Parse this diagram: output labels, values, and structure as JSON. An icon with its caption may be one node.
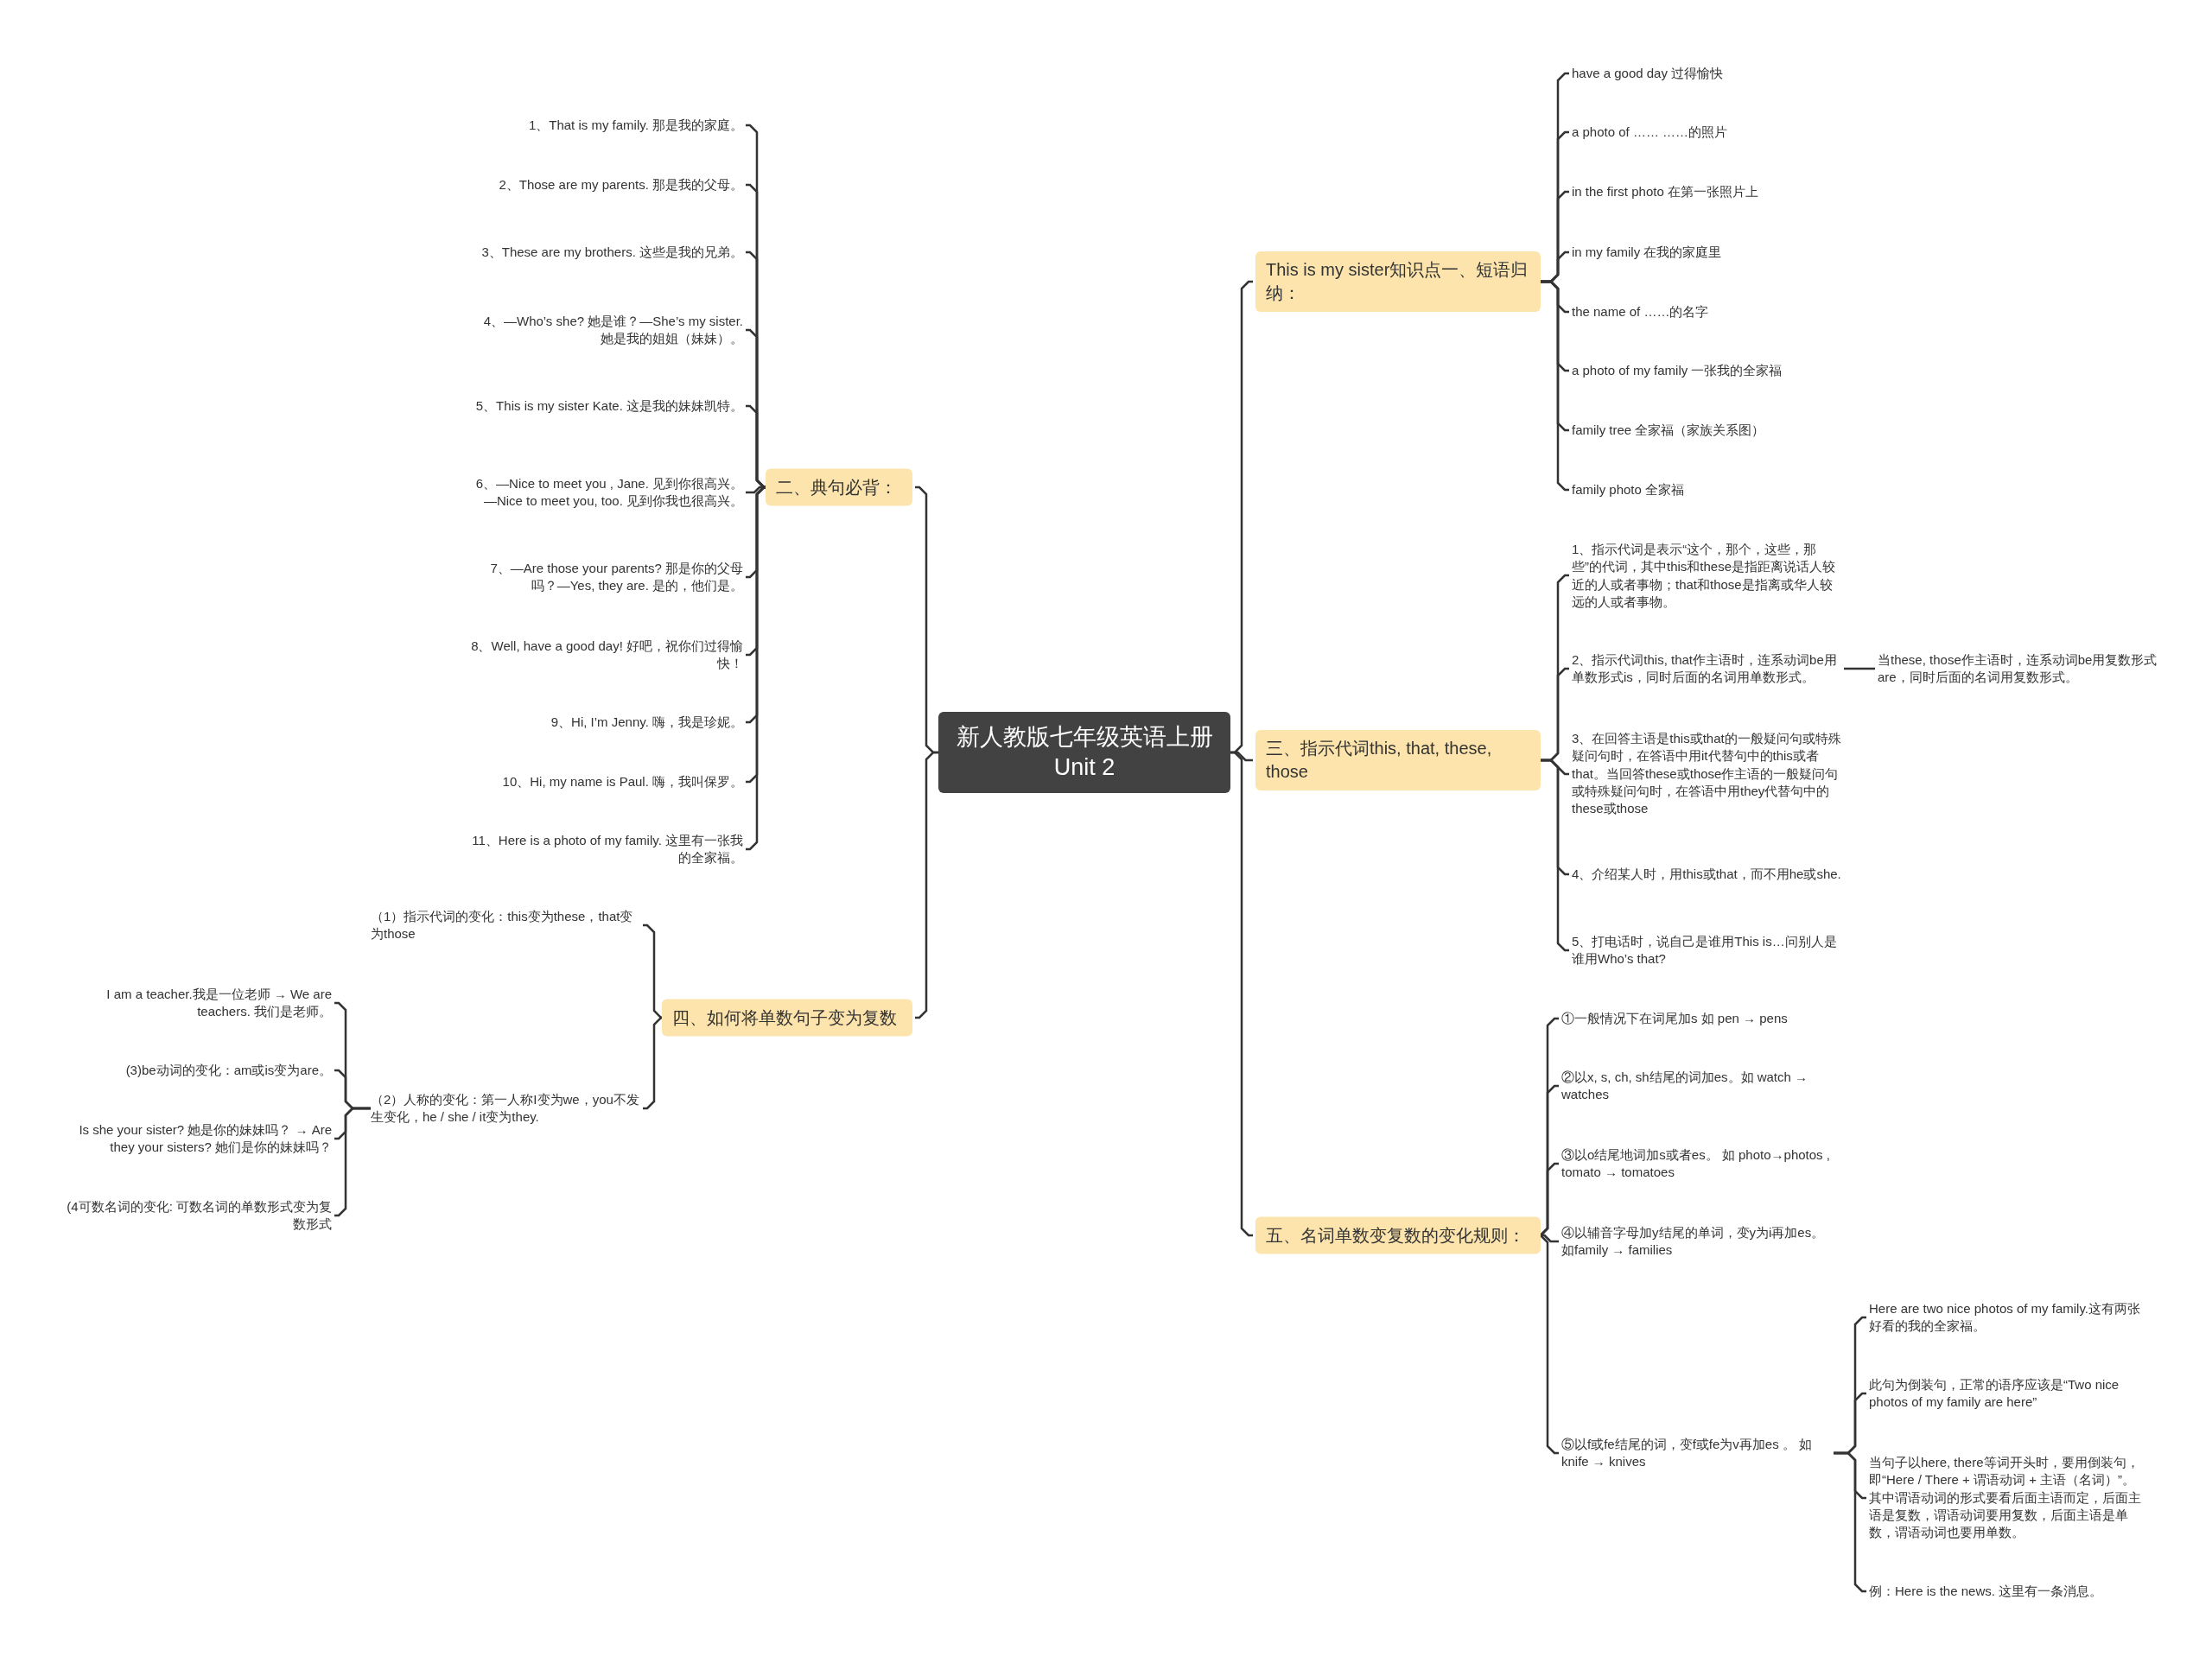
{
  "diagram": {
    "nodes": [
      {
        "text": [
          "新人教版七年级英语上册 Unit 2"
        ]
      },
      {
        "text": [
          "This is my sister知识点一、短语归纳："
        ]
      },
      {
        "text": [
          "have a good day 过得愉快"
        ]
      },
      {
        "text": [
          "a photo of …… ……的照片"
        ]
      },
      {
        "text": [
          "in the first photo 在第一张照片上"
        ]
      },
      {
        "text": [
          "in my family 在我的家庭里"
        ]
      },
      {
        "text": [
          "the name of ……的名字"
        ]
      },
      {
        "text": [
          "a photo of my family 一张我的全家福"
        ]
      },
      {
        "text": [
          "family tree 全家福（家族关系图）"
        ]
      },
      {
        "text": [
          "family photo 全家福"
        ]
      },
      {
        "text": [
          "三、指示代词this, that, these, those"
        ]
      },
      {
        "text": [
          "1、指示代词是表示“这个，那个，这些，那些”的代词，其中this和these是指距离说话人较近的人或者事物；that和those是指离或华人较远的人或者事物。"
        ]
      },
      {
        "text": [
          "2、指示代词this, that作主语时，连系动词be用单数形式is，同时后面的名词用单数形式。"
        ]
      },
      {
        "text": [
          "3、在回答主语是this或that的一般疑问句或特殊疑问句时，在答语中用it代替句中的this或者that。当回答these或those作主语的一般疑问句或特殊疑问句时，在答语中用they代替句中的these或those"
        ]
      },
      {
        "text": [
          "4、介绍某人时，用this或that，而不用he或she."
        ]
      },
      {
        "text": [
          "5、打电话时，说自己是谁用This is…问别人是谁用Who’s that?"
        ]
      },
      {
        "text": [
          "当these, those作主语时，连系动词be用复数形式are，同时后面的名词用复数形式。"
        ]
      },
      {
        "text": [
          "五、名词单数变复数的变化规则："
        ]
      },
      {
        "text": [
          "①一般情况下在词尾加s 如 pen → pens"
        ]
      },
      {
        "text": [
          "②以x, s, ch, sh结尾的词加es。如 watch → watches"
        ]
      },
      {
        "text": [
          "③以o结尾地词加s或者es。 如 photo→photos , tomato → tomatoes"
        ]
      },
      {
        "text": [
          "④以辅音字母加y结尾的单词，变y为i再加es。如family → families"
        ]
      },
      {
        "text": [
          "⑤以f或fe结尾的词，变f或fe为v再加es 。 如 knife → knives"
        ]
      },
      {
        "text": [
          "Here are two nice photos of my family.这有两张好看的我的全家福。"
        ]
      },
      {
        "text": [
          "此句为倒装句，正常的语序应该是“Two nice photos of my family are here”"
        ]
      },
      {
        "text": [
          "当句子以here, there等词开头时，要用倒装句，即“Here / There + 谓语动词 + 主语（名词）”。其中谓语动词的形式要看后面主语而定，后面主语是复数，谓语动词要用复数，后面主语是单数，谓语动词也要用单数。"
        ]
      },
      {
        "text": [
          "例：Here is the news. 这里有一条消息。"
        ]
      },
      {
        "text": [
          "二、典句必背："
        ]
      },
      {
        "text": [
          "1、That is my family. 那是我的家庭。"
        ]
      },
      {
        "text": [
          "2、Those are my parents. 那是我的父母。"
        ]
      },
      {
        "text": [
          "3、These are my brothers. 这些是我的兄弟。"
        ]
      },
      {
        "text": [
          "4、—Who’s she? 她是谁？—She’s my sister. 她是我的姐姐（妹妹）。"
        ]
      },
      {
        "text": [
          "5、This is my sister Kate. 这是我的妹妹凯特。"
        ]
      },
      {
        "text": [
          "6、—Nice to meet you , Jane. 见到你很高兴。—Nice to meet you, too. 见到你我也很高兴。"
        ]
      },
      {
        "text": [
          "7、—Are those your parents? 那是你的父母吗？—Yes, they are. 是的，他们是。"
        ]
      },
      {
        "text": [
          "8、Well, have a good day! 好吧，祝你们过得愉快！"
        ]
      },
      {
        "text": [
          "9、Hi, I’m Jenny. 嗨，我是珍妮。"
        ]
      },
      {
        "text": [
          "10、Hi, my name is Paul. 嗨，我叫保罗。"
        ]
      },
      {
        "text": [
          "11、Here is a photo of my family. 这里有一张我的全家福。"
        ]
      },
      {
        "text": [
          "四、如何将单数句子变为复数"
        ]
      },
      {
        "text": [
          "（1）指示代词的变化：this变为these，that变为those"
        ]
      },
      {
        "text": [
          "（2）人称的变化：第一人称I变为we，you不发生变化，he / she / it变为they."
        ]
      },
      {
        "text": [
          "I am a teacher.我是一位老师 → We are teachers. 我们是老师。"
        ]
      },
      {
        "text": [
          "(3)be动词的变化：am或is变为are。"
        ]
      },
      {
        "text": [
          "Is she your sister? 她是你的妹妹吗？ → Are they your sisters? 她们是你的妹妹吗？"
        ]
      },
      {
        "text": [
          "(4可数名词的变化: 可数名词的单数形式变为复数形式"
        ]
      }
    ],
    "edges": [
      {
        "from": 0,
        "to": 1,
        "arrow": "none"
      },
      {
        "from": 1,
        "to": 2,
        "arrow": "none"
      },
      {
        "from": 1,
        "to": 3,
        "arrow": "none"
      },
      {
        "from": 1,
        "to": 4,
        "arrow": "none"
      },
      {
        "from": 1,
        "to": 5,
        "arrow": "none"
      },
      {
        "from": 1,
        "to": 6,
        "arrow": "none"
      },
      {
        "from": 1,
        "to": 7,
        "arrow": "none"
      },
      {
        "from": 1,
        "to": 8,
        "arrow": "none"
      },
      {
        "from": 1,
        "to": 9,
        "arrow": "none"
      },
      {
        "from": 0,
        "to": 10,
        "arrow": "none"
      },
      {
        "from": 10,
        "to": 11,
        "arrow": "none"
      },
      {
        "from": 10,
        "to": 12,
        "arrow": "none"
      },
      {
        "from": 10,
        "to": 13,
        "arrow": "none"
      },
      {
        "from": 10,
        "to": 14,
        "arrow": "none"
      },
      {
        "from": 10,
        "to": 15,
        "arrow": "none"
      },
      {
        "from": 12,
        "to": 16,
        "arrow": "none"
      },
      {
        "from": 0,
        "to": 17,
        "arrow": "none"
      },
      {
        "from": 17,
        "to": 18,
        "arrow": "none"
      },
      {
        "from": 17,
        "to": 19,
        "arrow": "none"
      },
      {
        "from": 17,
        "to": 20,
        "arrow": "none"
      },
      {
        "from": 17,
        "to": 21,
        "arrow": "none"
      },
      {
        "from": 17,
        "to": 22,
        "arrow": "none"
      },
      {
        "from": 22,
        "to": 23,
        "arrow": "none"
      },
      {
        "from": 22,
        "to": 24,
        "arrow": "none"
      },
      {
        "from": 22,
        "to": 25,
        "arrow": "none"
      },
      {
        "from": 22,
        "to": 26,
        "arrow": "none"
      },
      {
        "from": 0,
        "to": 27,
        "arrow": "none"
      },
      {
        "from": 27,
        "to": 28,
        "arrow": "none"
      },
      {
        "from": 27,
        "to": 29,
        "arrow": "none"
      },
      {
        "from": 27,
        "to": 30,
        "arrow": "none"
      },
      {
        "from": 27,
        "to": 31,
        "arrow": "none"
      },
      {
        "from": 27,
        "to": 32,
        "arrow": "none"
      },
      {
        "from": 27,
        "to": 33,
        "arrow": "none"
      },
      {
        "from": 27,
        "to": 34,
        "arrow": "none"
      },
      {
        "from": 27,
        "to": 35,
        "arrow": "none"
      },
      {
        "from": 27,
        "to": 36,
        "arrow": "none"
      },
      {
        "from": 27,
        "to": 37,
        "arrow": "none"
      },
      {
        "from": 27,
        "to": 38,
        "arrow": "none"
      },
      {
        "from": 0,
        "to": 39,
        "arrow": "none"
      },
      {
        "from": 39,
        "to": 40,
        "arrow": "none"
      },
      {
        "from": 39,
        "to": 41,
        "arrow": "none"
      },
      {
        "from": 41,
        "to": 42,
        "arrow": "none"
      },
      {
        "from": 41,
        "to": 43,
        "arrow": "none"
      },
      {
        "from": 41,
        "to": 44,
        "arrow": "none"
      },
      {
        "from": 41,
        "to": 45,
        "arrow": "none"
      }
    ]
  }
}
